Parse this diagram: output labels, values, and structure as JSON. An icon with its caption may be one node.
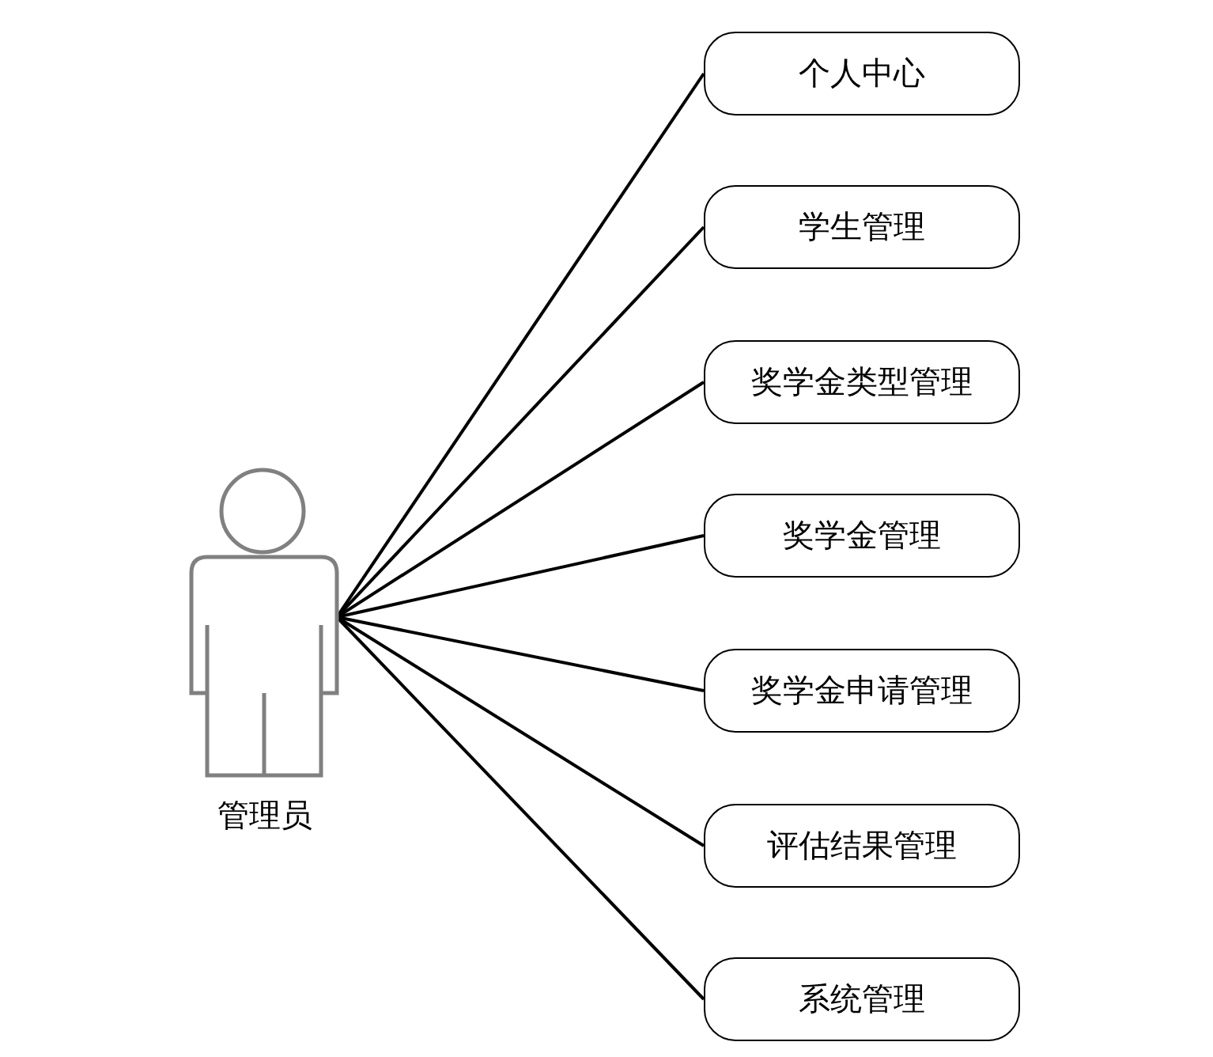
{
  "diagram": {
    "nodes": [
      {
        "text": [
          "管理员"
        ]
      },
      {
        "text": [
          "个人中心"
        ]
      },
      {
        "text": [
          "学生管理"
        ]
      },
      {
        "text": [
          "奖学金类型管理"
        ]
      },
      {
        "text": [
          "奖学金管理"
        ]
      },
      {
        "text": [
          "奖学金申请管理"
        ]
      },
      {
        "text": [
          "评估结果管理"
        ]
      },
      {
        "text": [
          "系统管理"
        ]
      }
    ],
    "edges": [
      {
        "from": 0,
        "to": 1,
        "arrow": "none"
      },
      {
        "from": 0,
        "to": 2,
        "arrow": "none"
      },
      {
        "from": 0,
        "to": 3,
        "arrow": "none"
      },
      {
        "from": 0,
        "to": 4,
        "arrow": "none"
      },
      {
        "from": 0,
        "to": 5,
        "arrow": "none"
      },
      {
        "from": 0,
        "to": 6,
        "arrow": "none"
      },
      {
        "from": 0,
        "to": 7,
        "arrow": "none"
      }
    ]
  }
}
